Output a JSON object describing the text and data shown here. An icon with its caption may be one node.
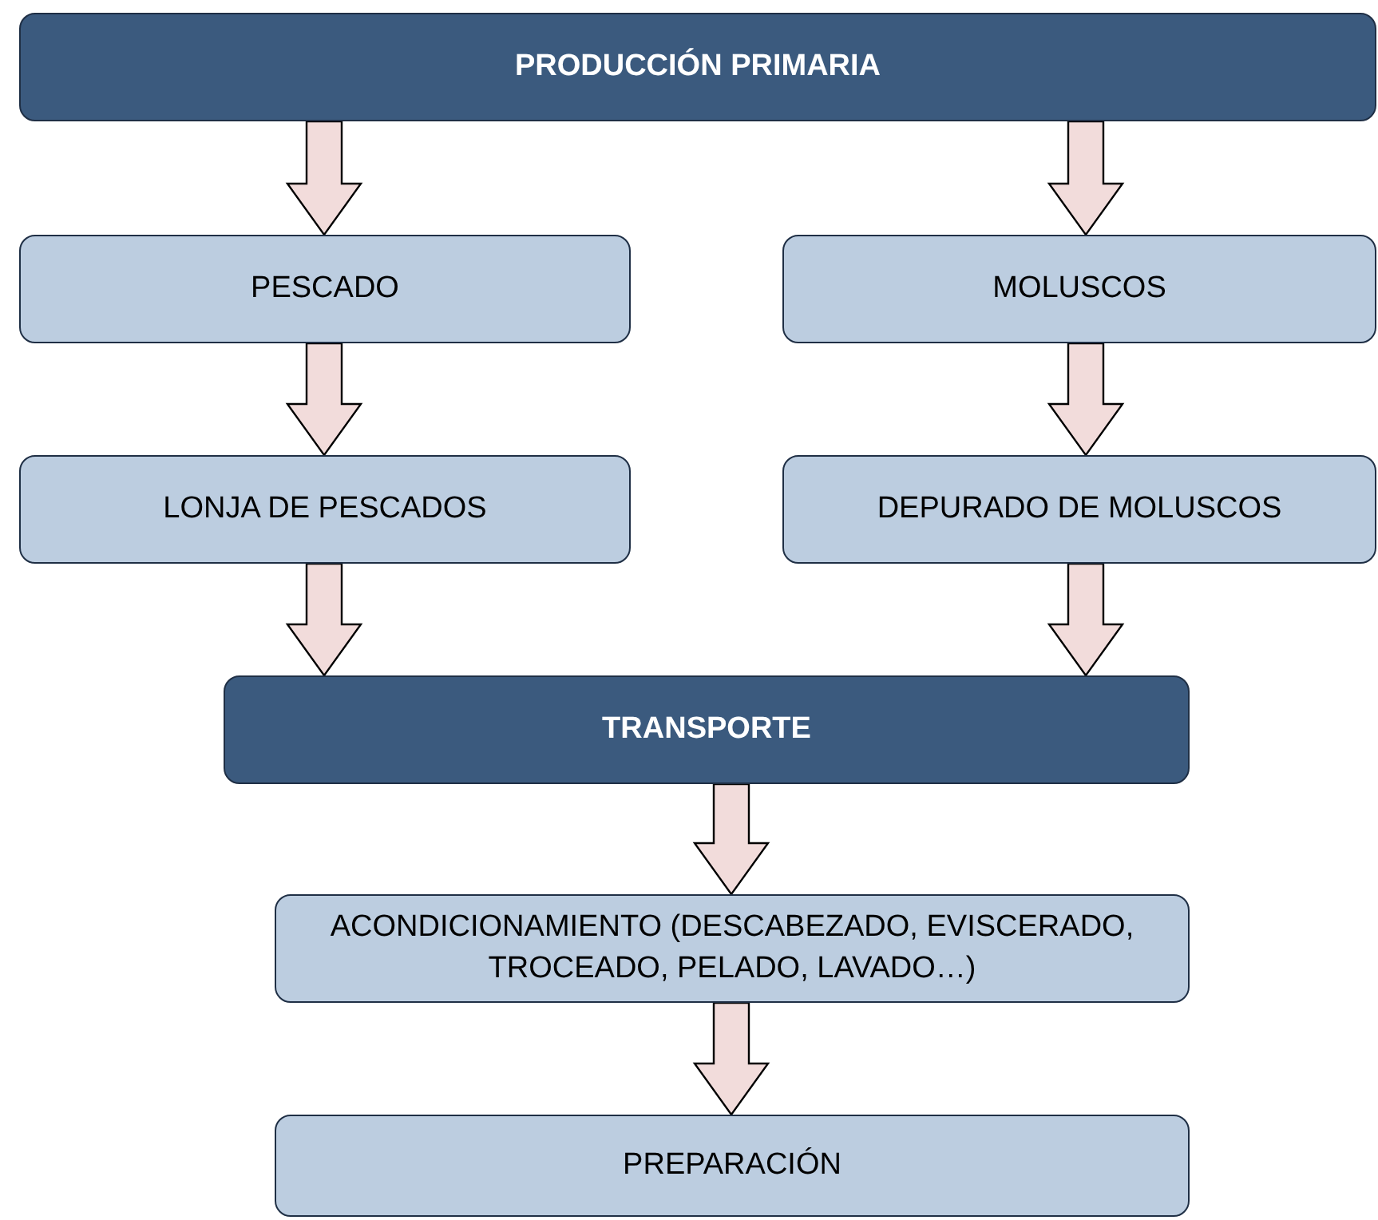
{
  "diagram": {
    "nodes": [
      {
        "text": [
          "PRODUCCIÓN PRIMARIA"
        ]
      },
      {
        "text": [
          "PESCADO"
        ]
      },
      {
        "text": [
          "MOLUSCOS"
        ]
      },
      {
        "text": [
          "LONJA DE PESCADOS"
        ]
      },
      {
        "text": [
          "DEPURADO DE MOLUSCOS"
        ]
      },
      {
        "text": [
          "TRANSPORTE"
        ]
      },
      {
        "text": [
          "ACONDICIONAMIENTO (DESCABEZADO, EVISCERADO, TROCEADO, PELADO, LAVADO…)"
        ]
      },
      {
        "text": [
          "PREPARACIÓN"
        ]
      }
    ],
    "edges": [
      {
        "from": 0,
        "to": 1,
        "arrow": "to"
      },
      {
        "from": 0,
        "to": 2,
        "arrow": "to"
      },
      {
        "from": 1,
        "to": 3,
        "arrow": "to"
      },
      {
        "from": 2,
        "to": 4,
        "arrow": "to"
      },
      {
        "from": 3,
        "to": 5,
        "arrow": "to"
      },
      {
        "from": 4,
        "to": 5,
        "arrow": "to"
      },
      {
        "from": 5,
        "to": 6,
        "arrow": "to"
      },
      {
        "from": 6,
        "to": 7,
        "arrow": "to"
      }
    ]
  }
}
